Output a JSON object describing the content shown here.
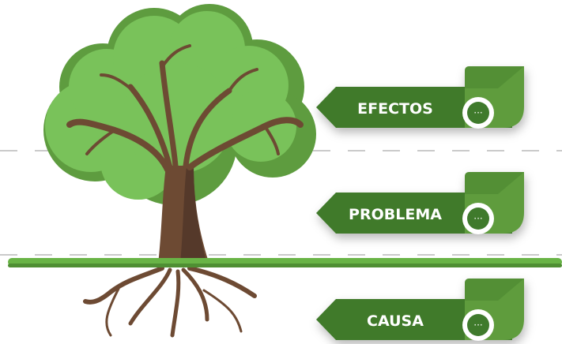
{
  "tags": [
    {
      "label": "EFECTOS",
      "icon": "chat-bubble-icon"
    },
    {
      "label": "PROBLEMA",
      "icon": "chat-bubble-icon"
    },
    {
      "label": "CAUSA",
      "icon": "chat-bubble-icon"
    }
  ],
  "bubble_glyph": "···",
  "colors": {
    "foliage_light": "#79c25a",
    "foliage_dark": "#5e9c3f",
    "trunk": "#6d4a33",
    "trunk_shadow": "#55392a",
    "ground": "#69b446",
    "tag_body": "#3f7a2c",
    "tag_flap": "#5f9c3d",
    "dash": "#b8b8b8"
  }
}
